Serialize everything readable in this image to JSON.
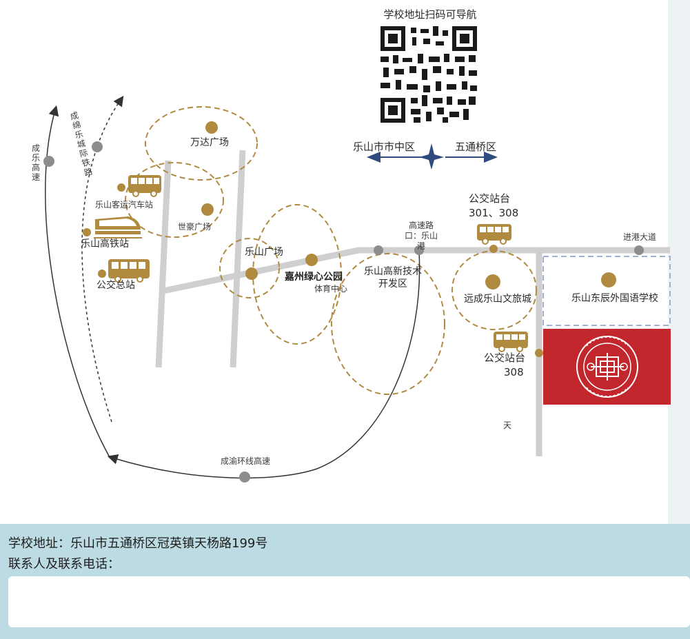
{
  "map": {
    "qr_title": "学校地址扫码可导航",
    "compass": {
      "left_label": "乐山市市中区",
      "right_label": "五通桥区"
    },
    "places": {
      "wanda": "万达广场",
      "shihao": "世豪广场",
      "leshan_plaza": "乐山广场",
      "jiazhou_park": "嘉州绿心公园",
      "sports_center": "体育中心",
      "hitech_zone": "乐山高新技术开发区",
      "yuancheng": "远成乐山文旅城",
      "school": "乐山东辰外国语学校",
      "bus_station": "乐山客运汽车站",
      "hsr_station": "乐山高铁站",
      "bus_terminal": "公交总站"
    },
    "roads": {
      "chengle_expressway": "成乐高速",
      "intercity_rail": "成绵乐城际铁路",
      "ring_expressway": "成渝环线高速",
      "highway_exit": "高速路口：乐山港",
      "jingang_avenue": "进港大道",
      "tian": "天"
    },
    "bus_stops": {
      "stop1_title": "公交站台",
      "stop1_routes": "301、308",
      "stop2_title": "公交站台",
      "stop2_routes": "308"
    },
    "colors": {
      "accent_gold": "#b08a3e",
      "road_gray": "#cfcfcf",
      "node_gray": "#8d8d8d",
      "arrow_dark": "#333333",
      "compass_blue": "#2f4a7d",
      "school_red": "#c1272d",
      "school_box_dash": "#9fb0d3",
      "footer_bg": "#bcdbe3"
    }
  },
  "footer": {
    "address": "学校地址：乐山市五通桥区冠英镇天杨路199号",
    "contact_label": "联系人及联系电话："
  }
}
